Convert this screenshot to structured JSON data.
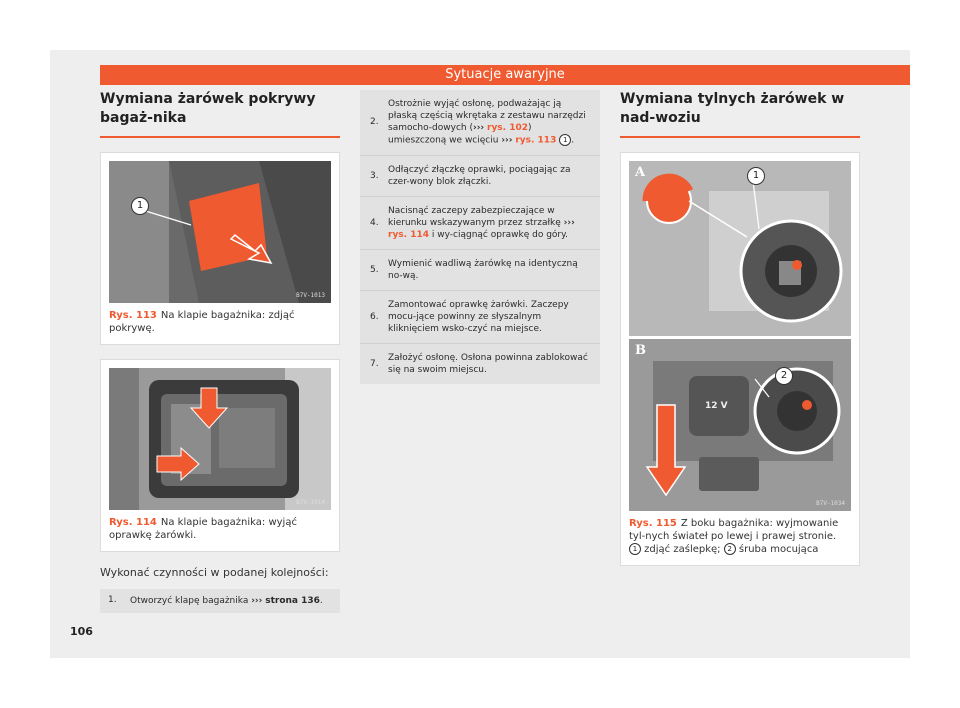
{
  "header": {
    "title": "Sytuacje awaryjne"
  },
  "left": {
    "heading": "Wymiana żarówek pokrywy bagaż-nika",
    "fig113": {
      "ref": "Rys. 113",
      "text": "Na klapie bagażnika: zdjąć pokrywę.",
      "code": "B7V-1013",
      "badge": "1"
    },
    "fig114": {
      "ref": "Rys. 114",
      "text": "Na klapie bagażnika: wyjąć oprawkę żarówki.",
      "code": "B7V-1014"
    },
    "intro": "Wykonać czynności w podanej kolejności:",
    "step1": {
      "num": "1.",
      "text": "Otworzyć klapę bagażnika ",
      "arrows": "›››",
      "link": "strona 136",
      "end": "."
    }
  },
  "mid": {
    "steps": [
      {
        "num": "2.",
        "pre": "Ostrożnie wyjąć osłonę, podważając ją płaską częścią wkrętaka z zestawu narzędzi samocho-dowych (",
        "arrows1": "›››",
        "ref1": "rys. 102",
        "mid": ") umieszczoną we wcięciu ",
        "arrows2": "›››",
        "ref2": "rys. 113",
        "badge": "1",
        "end": "."
      },
      {
        "num": "3.",
        "text": "Odłączyć złączkę oprawki, pociągając za czer-wony blok złączki."
      },
      {
        "num": "4.",
        "pre": "Nacisnąć zaczepy zabezpieczające w kierunku wskazywanym przez strzałkę ",
        "arrows": "›››",
        "ref": "rys. 114",
        "post": " i wy-ciągnąć oprawkę do góry."
      },
      {
        "num": "5.",
        "text": "Wymienić wadliwą żarówkę na identyczną no-wą."
      },
      {
        "num": "6.",
        "text": "Zamontować oprawkę żarówki. Zaczepy mocu-jące powinny ze słyszalnym kliknięciem wsko-czyć na miejsce."
      },
      {
        "num": "7.",
        "text": "Założyć osłonę. Osłona powinna zablokować się na swoim miejscu."
      }
    ]
  },
  "right": {
    "heading": "Wymiana tylnych żarówek w nad-woziu",
    "fig115": {
      "label_a": "A",
      "label_b": "B",
      "badge1": "1",
      "badge2": "2",
      "plate": "12 V",
      "code": "B7V-1034",
      "ref": "Rys. 115",
      "text": "Z boku bagażnika: wyjmowanie tyl-nych świateł po lewej i prawej stronie. ",
      "c1": "1",
      "t1": " zdjąć zaślepkę; ",
      "c2": "2",
      "t2": " śruba mocująca"
    }
  },
  "page_number": "106",
  "colors": {
    "accent": "#ef5a31",
    "background": "#eeeeee"
  }
}
